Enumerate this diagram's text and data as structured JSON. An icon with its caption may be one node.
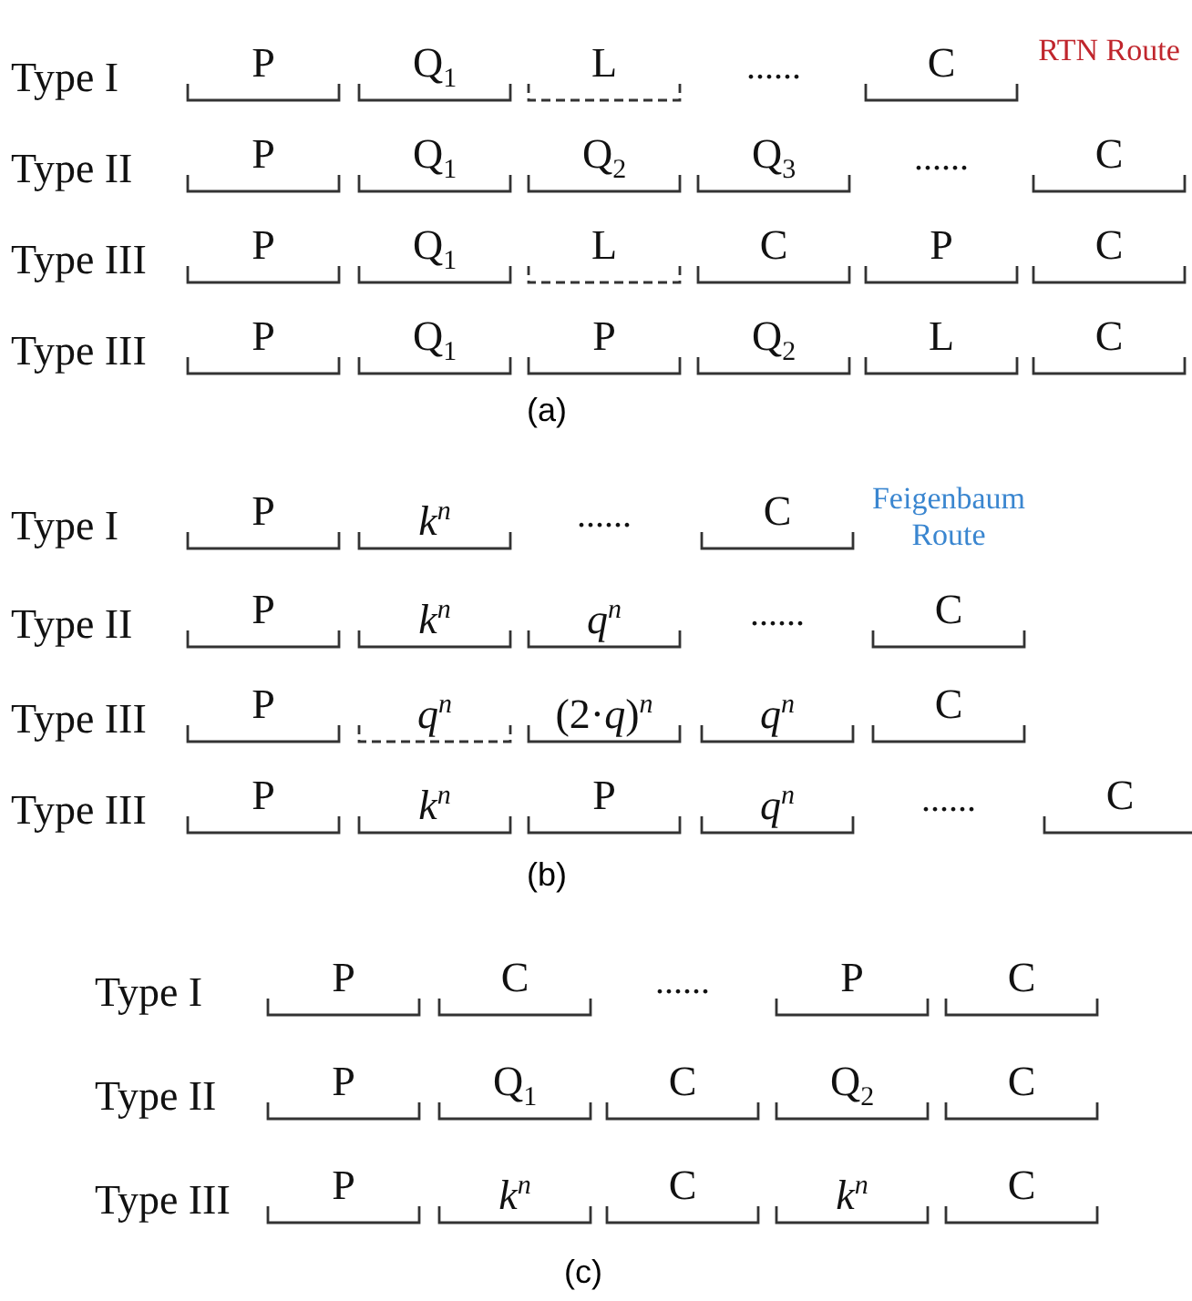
{
  "diagram": {
    "nodes": [
      {
        "text": [
          "P"
        ]
      },
      {
        "text": [
          "Q$_{1}$"
        ]
      },
      {
        "text": [
          "L"
        ]
      },
      {
        "text": [
          "C"
        ]
      },
      {
        "text": [
          "P"
        ]
      },
      {
        "text": [
          "Q$_{1}$"
        ]
      },
      {
        "text": [
          "Q$_{2}$"
        ]
      },
      {
        "text": [
          "Q$_{3}$"
        ]
      },
      {
        "text": [
          "C"
        ]
      },
      {
        "text": [
          "P"
        ]
      },
      {
        "text": [
          "Q$_{1}$"
        ]
      },
      {
        "text": [
          "L"
        ]
      },
      {
        "text": [
          "C"
        ]
      },
      {
        "text": [
          "P"
        ]
      },
      {
        "text": [
          "C"
        ]
      },
      {
        "text": [
          "P"
        ]
      },
      {
        "text": [
          "Q$_{1}$"
        ]
      },
      {
        "text": [
          "P"
        ]
      },
      {
        "text": [
          "Q$_{2}$"
        ]
      },
      {
        "text": [
          "L"
        ]
      },
      {
        "text": [
          "C"
        ]
      },
      {
        "text": [
          "P"
        ]
      },
      {
        "text": [
          "*k*$^{n}$"
        ]
      },
      {
        "text": [
          "C"
        ]
      },
      {
        "text": [
          "P"
        ]
      },
      {
        "text": [
          "*k*$^{n}$"
        ]
      },
      {
        "text": [
          "*q*$^{n}$"
        ]
      },
      {
        "text": [
          "C"
        ]
      },
      {
        "text": [
          "P"
        ]
      },
      {
        "text": [
          "*q*$^{n}$"
        ]
      },
      {
        "text": [
          "(2·*q*)$^{n}$"
        ]
      },
      {
        "text": [
          "*q*$^{n}$"
        ]
      },
      {
        "text": [
          "C"
        ]
      },
      {
        "text": [
          "P"
        ]
      },
      {
        "text": [
          "*k*$^{n}$"
        ]
      },
      {
        "text": [
          "P"
        ]
      },
      {
        "text": [
          "*q*$^{n}$"
        ]
      },
      {
        "text": [
          "C"
        ]
      },
      {
        "text": [
          "P"
        ]
      },
      {
        "text": [
          "C"
        ]
      },
      {
        "text": [
          "P"
        ]
      },
      {
        "text": [
          "C"
        ]
      },
      {
        "text": [
          "P"
        ]
      },
      {
        "text": [
          "Q$_{1}$"
        ]
      },
      {
        "text": [
          "C"
        ]
      },
      {
        "text": [
          "Q$_{2}$"
        ]
      },
      {
        "text": [
          "C"
        ]
      },
      {
        "text": [
          "P"
        ]
      },
      {
        "text": [
          "*k*$^{n}$"
        ]
      },
      {
        "text": [
          "C"
        ]
      },
      {
        "text": [
          "*k*$^{n}$"
        ]
      },
      {
        "text": [
          "C"
        ]
      }
    ],
    "labels": [
      "Type I",
      "......",
      "RTN Route",
      "Type II",
      "......",
      "Type III",
      "Type III",
      "(a)",
      "Type I",
      "......",
      "Feigenbaum Route",
      "Type II",
      "......",
      "Type III",
      "Type III",
      "......",
      "(b)",
      "Type I",
      "......",
      "Type II",
      "Type III",
      "(c)"
    ]
  }
}
